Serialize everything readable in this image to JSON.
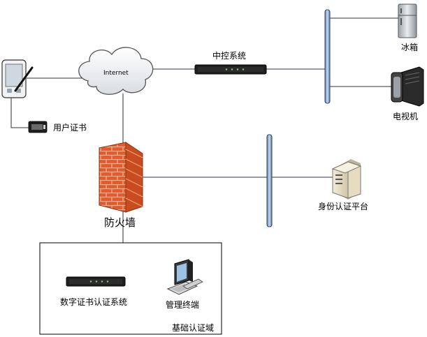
{
  "diagram": {
    "cloud_label": "Internet",
    "central_system": "中控系统",
    "fridge": "冰箱",
    "tv": "电视机",
    "user_cert": "用户证书",
    "firewall": "防火墙",
    "auth_platform": "身份认证平台",
    "cert_system": "数字证书认证系统",
    "mgmt_terminal": "管理终端",
    "domain_box": "基础认证域"
  },
  "colors": {
    "line": "#2e3440",
    "bus_fill": "#8fa8cc",
    "bus_stroke": "#2f3f66",
    "firewall_red": "#e5592b",
    "firewall_mortar": "#f7b49a",
    "device_dark": "#1f1f1f"
  }
}
